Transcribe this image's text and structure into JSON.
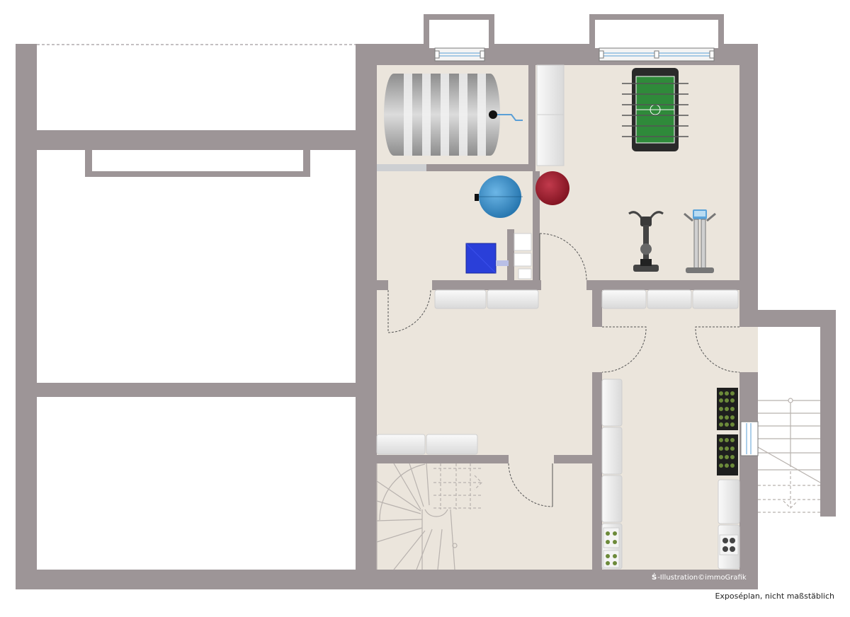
{
  "drawing": {
    "credit_logo": "Ṡ",
    "credit_text": "-Illustration©immoGrafik",
    "caption": "Exposéplan, nicht maßstäblich"
  },
  "colors": {
    "wall": "#9d9597",
    "floor": "#ebe5dc",
    "background": "#ffffff",
    "door_line": "#555555",
    "stair_line": "#b8b2ae",
    "tank": "#b9b9b9",
    "blue_unit": "#3a8fc9",
    "red_ball": "#9e1b2b",
    "pump": "#2a3fd9",
    "foosball": "#2f8a3a"
  },
  "icons": [
    "oil-tank-icon",
    "foosball-table-icon",
    "exercise-bike-icon",
    "elliptical-trainer-icon",
    "water-heater-icon",
    "exercise-ball-icon",
    "pump-icon",
    "wine-rack-icon",
    "shelving-icon",
    "window-icon",
    "door-swing-icon",
    "staircase-icon"
  ]
}
